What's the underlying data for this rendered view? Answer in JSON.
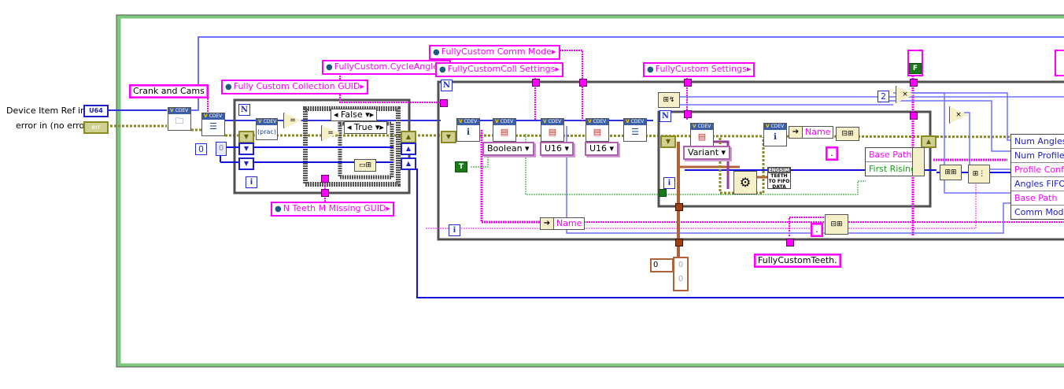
{
  "diagram": {
    "type": "LabVIEW block diagram",
    "inputs": [
      {
        "label": "Device Item Ref in",
        "terminal": "U64"
      },
      {
        "label": "error in (no error)",
        "terminal": "err"
      }
    ],
    "string_constants": {
      "crank_and_cams": "Crank and Cams",
      "name_1": "Name",
      "name_2": "Name",
      "fully_custom_teeth": "FullyCustomTeeth.",
      "dot_1": ".",
      "dot_2": "."
    },
    "global_variables": {
      "collection_guid": "Fully Custom Collection GUID",
      "n_teeth_guid": "N Teeth M Missing GUID",
      "cycle_angle": "FullyCustom.CycleAngle?",
      "comm_mode": "FullyCustom Comm Mode",
      "coll_settings": "FullyCustomColl Settings",
      "settings": "FullyCustom Settings"
    },
    "case_selectors": {
      "outer": "False",
      "inner": "True"
    },
    "type_enums": {
      "boolean": "Boolean",
      "u16_a": "U16",
      "u16_b": "U16",
      "variant": "Variant"
    },
    "constants": {
      "numeric_zero": "0",
      "numeric_two": "2",
      "array_idx_a": "0",
      "array_idx_b": "0",
      "array_elem_a": "0",
      "array_elem_b": "0",
      "array_elem_c": "0",
      "bool_true": "T",
      "bool_false": "F"
    },
    "loop_terminals": {
      "n": "N",
      "i": "i"
    },
    "subvis": {
      "teeth_to_fifo": {
        "header": "ENGSIM",
        "body": "TEETH TO FIFO DATA"
      },
      "cdev": "CDEV"
    },
    "inner_bundle": [
      "Base Path",
      "First Rising?"
    ],
    "output_bundle": [
      "Num Angles",
      "Num Profiles",
      "Profile Configs",
      "Angles FIFO",
      "Base Path",
      "Comm Mode"
    ],
    "colors": {
      "string_wire": "#ff00ff",
      "numeric_wire": "#0000ff",
      "error_wire": "#8a8a20",
      "bool_wire": "#18a018",
      "variant_wire": "#a0522d",
      "struct_border": "#505050",
      "outer_frame": "#7ec87e"
    }
  }
}
